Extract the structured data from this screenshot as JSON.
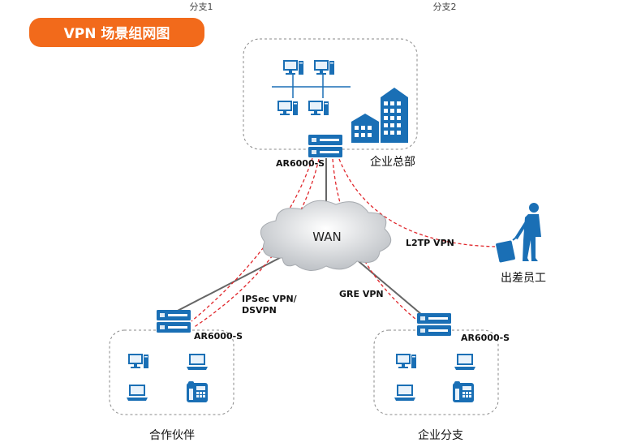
{
  "header": {
    "title": "VPN 场景组网图",
    "tab1": "分支1",
    "tab2": "分支2",
    "title_color": "#f26a1b"
  },
  "wan": {
    "label": "WAN"
  },
  "sites": {
    "hq": {
      "label": "企业总部",
      "router": "AR6000-S"
    },
    "partner": {
      "label": "合作伙伴",
      "router": "AR6000-S"
    },
    "branch": {
      "label": "企业分支",
      "router": "AR6000-S"
    },
    "traveler": {
      "label": "出差员工"
    }
  },
  "links": {
    "ipsec_line1": "IPSec VPN/",
    "ipsec_line2": "DSVPN",
    "gre": "GRE VPN",
    "l2tp": "L2TP VPN"
  },
  "colors": {
    "device_blue": "#1a6fb5",
    "vpn_red": "#e0262b",
    "link_gray": "#666666"
  }
}
